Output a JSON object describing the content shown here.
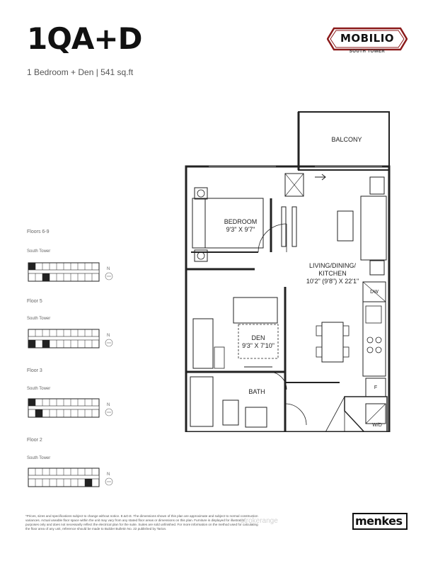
{
  "header": {
    "unit_name": "1QA+D",
    "subtitle": "1 Bedroom + Den   |  541 sq.ft"
  },
  "brand": {
    "logo_name": "MOBILIO",
    "logo_sub": "SOUTH TOWER",
    "logo_color": "#8b1a1a",
    "developer": "menkes"
  },
  "rooms": {
    "balcony": "BALCONY",
    "bedroom_name": "BEDROOM",
    "bedroom_size": "9'3\" X 9'7\"",
    "living_name_1": "LIVING/DINING/",
    "living_name_2": "KITCHEN",
    "living_size": "10'2\" (9'8\") X 22'1\"",
    "den_name": "DEN",
    "den_size": "9'3\" X 7'10\"",
    "bath": "BATH",
    "dw": "DW",
    "fridge": "F",
    "wd": "W/D"
  },
  "keyplans": [
    {
      "floor": "Floors 6-9",
      "tower": "South Tower"
    },
    {
      "floor": "Floor 5",
      "tower": "South Tower"
    },
    {
      "floor": "Floor 3",
      "tower": "South Tower"
    },
    {
      "floor": "Floor 2",
      "tower": "South Tower"
    }
  ],
  "north_label": "N",
  "disclaimer": "*Prices, sizes and specifications subject to change without notice. E.&O.E. The dimensions shown of this plan are approximate and subject to normal construction variances. Actual useable floor space within the unit may vary from any stated floor areas or dimensions on this plan. Furniture is displayed for illustration purposes only and does not necessarily reflect the electrical plan for the suite. Suites are sold unfinished. For more information on the method used for calculating the floor area of any unit, reference should be made to Builder Bulletin No. 22 published by Tarion.",
  "watermark": "strokerange"
}
